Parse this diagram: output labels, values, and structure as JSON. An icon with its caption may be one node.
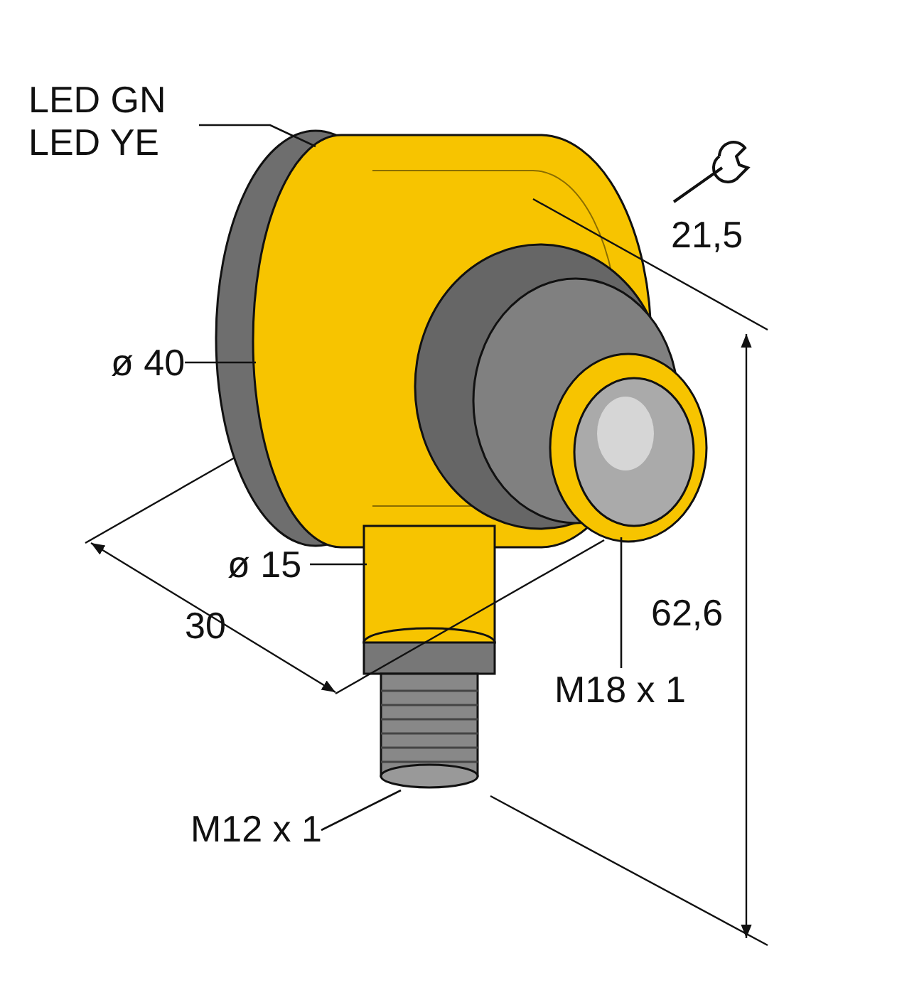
{
  "diagram": {
    "nodes": [
      {
        "text": [
          "LED GN",
          "LED YE"
        ]
      },
      {
        "text": [
          "ø 40"
        ]
      },
      {
        "text": [
          "ø 15"
        ]
      },
      {
        "text": [
          "M18 x 1"
        ]
      },
      {
        "text": [
          "M12 x 1"
        ]
      }
    ],
    "edges": [
      {
        "from": 0,
        "to": null,
        "arrow": "none"
      },
      {
        "from": 1,
        "to": null,
        "arrow": "none"
      },
      {
        "from": 2,
        "to": null,
        "arrow": "none"
      },
      {
        "from": 3,
        "to": null,
        "arrow": "none"
      },
      {
        "from": 4,
        "to": null,
        "arrow": "none"
      }
    ],
    "labels": [
      "21,5",
      "62,6",
      "30"
    ]
  }
}
